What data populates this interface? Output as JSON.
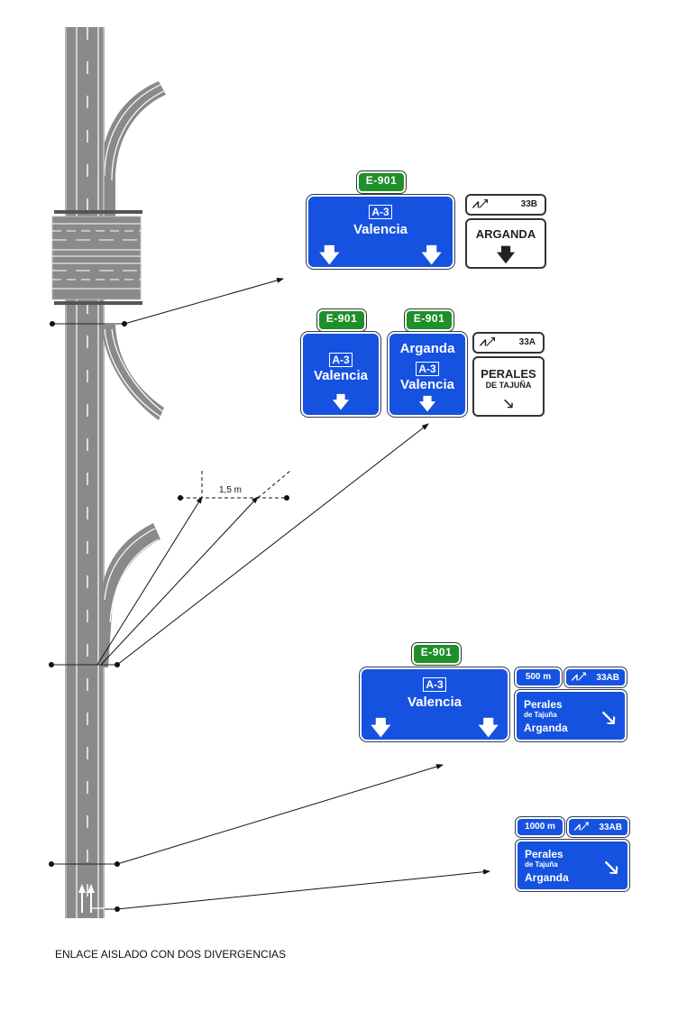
{
  "caption": "ENLACE AISLADO CON DOS DIVERGENCIAS",
  "dimension_label": "1,5 m",
  "colors": {
    "sign_blue": "#1652e0",
    "route_green": "#1f8f2a",
    "road_gray": "#8a8a8a",
    "lane_marking": "#ffffff"
  },
  "sign_groups": [
    {
      "id": "group-1",
      "route_tag": "E-901",
      "main_sign": {
        "road": "A-3",
        "destination": "Valencia",
        "arrows": [
          "down",
          "down"
        ]
      },
      "exit_sign": {
        "exit_icon": "exit-icon",
        "exit_number": "33B",
        "destination": "ARGANDA",
        "arrow": "down"
      }
    },
    {
      "id": "group-2",
      "left_sign": {
        "route_tag": "E-901",
        "road": "A-3",
        "destination": "Valencia",
        "arrow": "down"
      },
      "center_sign": {
        "route_tag": "E-901",
        "top_destination": "Arganda",
        "road": "A-3",
        "destination": "Valencia",
        "arrow": "down"
      },
      "exit_sign": {
        "exit_icon": "exit-icon",
        "exit_number": "33A",
        "destination_line1": "PERALES",
        "destination_line2": "DE TAJUÑA",
        "arrow": "down-right"
      }
    },
    {
      "id": "group-3",
      "route_tag": "E-901",
      "main_sign": {
        "road": "A-3",
        "destination": "Valencia",
        "arrows": [
          "down",
          "down"
        ]
      },
      "advance_sign": {
        "distance": "500 m",
        "exit_icon": "exit-icon",
        "exit_number": "33AB",
        "destination_line1": "Perales",
        "destination_line2": "de Tajuña",
        "destination_line3": "Arganda",
        "arrow": "down-right"
      }
    },
    {
      "id": "group-4",
      "advance_sign": {
        "distance": "1000 m",
        "exit_icon": "exit-icon",
        "exit_number": "33AB",
        "destination_line1": "Perales",
        "destination_line2": "de Tajuña",
        "destination_line3": "Arganda",
        "arrow": "down-right"
      }
    }
  ],
  "glyphs": {
    "down": "🡇",
    "down_right": "🡖"
  }
}
